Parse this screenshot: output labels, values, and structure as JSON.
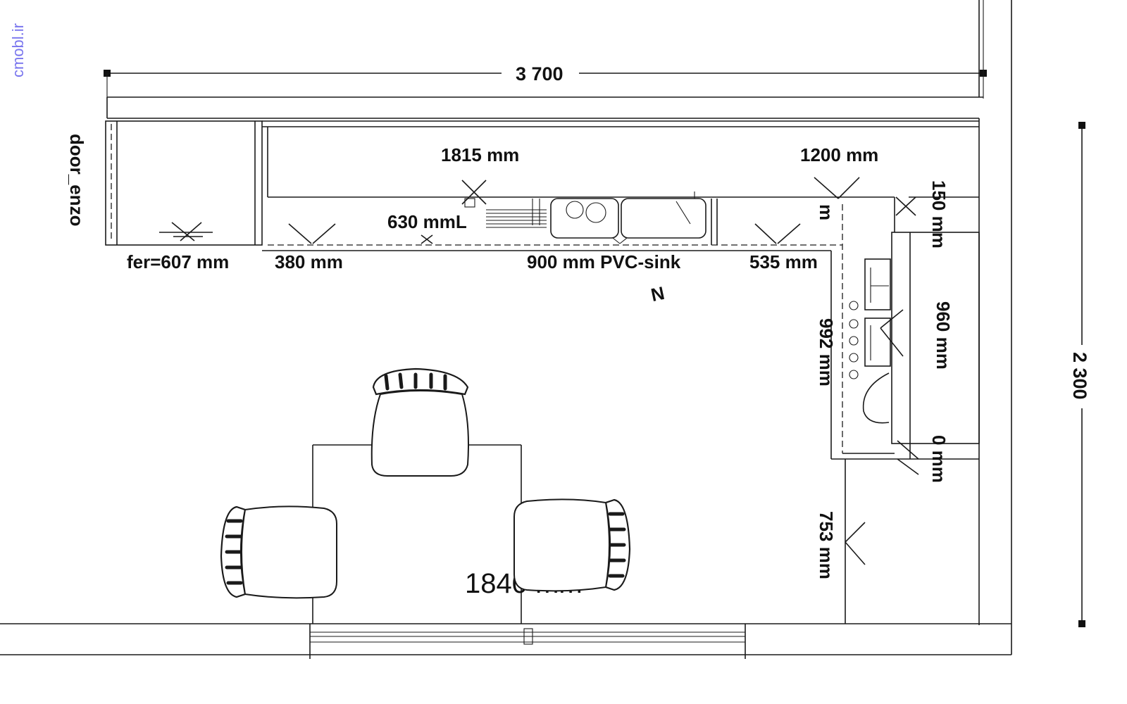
{
  "watermark": "cmobl.ir",
  "overall_dimensions": {
    "width": "3 700",
    "depth": "2 300"
  },
  "labels": {
    "door": "door_enzo",
    "fer": "fer=607 mm",
    "d380": "380 mm",
    "d1815": "1815 mm",
    "d630": "630 mmL",
    "sink": "900 mm PVC-sink",
    "d535": "535 mm",
    "d1200": "1200 mm",
    "d150": "150 mm",
    "d960": "960 mm",
    "d992": "992 mm",
    "d753": "753 mm",
    "partial_mm_top": "m",
    "partial_mm_bottom": "0 mm",
    "table": "1840 mm"
  },
  "colors": {
    "lines": "#1a1a1a",
    "watermark": "#7a76ee",
    "background": "#ffffff"
  }
}
